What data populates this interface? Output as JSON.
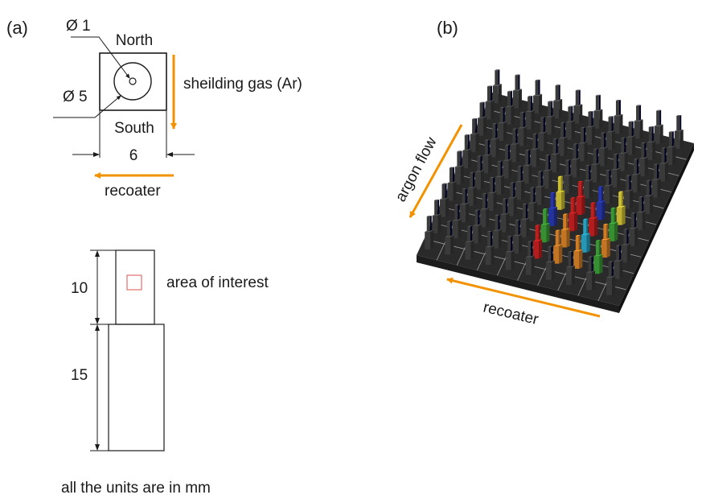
{
  "panel_a": {
    "label": "(a)",
    "top_view": {
      "inner_diameter": "Ø 1",
      "outer_diameter": "Ø 5",
      "north_label": "North",
      "south_label": "South",
      "width": "6"
    },
    "gas_arrow_label": "sheilding gas (Ar)",
    "recoater_label": "recoater",
    "side_view": {
      "upper_height": "10",
      "lower_height": "15",
      "aoi_label": "area of interest"
    },
    "units_note": "all the units are in mm"
  },
  "panel_b": {
    "label": "(b)",
    "argon_label": "argon flow",
    "recoater_label": "recoater",
    "grid": {
      "rows": 10,
      "cols": 10
    },
    "colored_pillars": [
      {
        "row": 5,
        "col": 5,
        "color": "#e3d33a"
      },
      {
        "row": 5,
        "col": 6,
        "color": "#d32222"
      },
      {
        "row": 5,
        "col": 7,
        "color": "#2a3bb8"
      },
      {
        "row": 5,
        "col": 8,
        "color": "#e3d33a"
      },
      {
        "row": 6,
        "col": 5,
        "color": "#2a3bb8"
      },
      {
        "row": 6,
        "col": 6,
        "color": "#d32222"
      },
      {
        "row": 6,
        "col": 7,
        "color": "#d32222"
      },
      {
        "row": 6,
        "col": 8,
        "color": "#3fa83a"
      },
      {
        "row": 7,
        "col": 5,
        "color": "#3fa83a"
      },
      {
        "row": 7,
        "col": 6,
        "color": "#e58a2a"
      },
      {
        "row": 7,
        "col": 7,
        "color": "#2ab3d6"
      },
      {
        "row": 7,
        "col": 8,
        "color": "#e58a2a"
      },
      {
        "row": 8,
        "col": 5,
        "color": "#d32222"
      },
      {
        "row": 8,
        "col": 6,
        "color": "#e58a2a"
      },
      {
        "row": 8,
        "col": 7,
        "color": "#e58a2a"
      },
      {
        "row": 8,
        "col": 8,
        "color": "#3fa83a"
      }
    ]
  },
  "colors": {
    "arrow": "#f39200",
    "pillar": "#2e2e2e",
    "plate": "#2a2a2a",
    "plate_grid": "#9a9a9a",
    "aoi_box": "#d9534f"
  }
}
